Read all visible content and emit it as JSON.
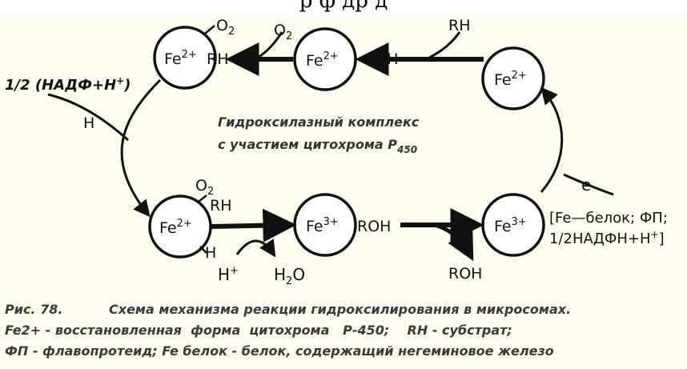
{
  "header_fragment": "р           ф                   др         д",
  "colors": {
    "panel": "#fefcee",
    "ink": "#111111",
    "caption": "#3a3a3a"
  },
  "nodes": {
    "top_left": "Fe",
    "top_left_charge": "2+",
    "top_mid": "Fe",
    "top_mid_charge": "2+",
    "right_top": "Fe",
    "right_top_charge": "2+",
    "bottom_left": "Fe",
    "bottom_left_charge": "2+",
    "bottom_mid": "Fe",
    "bottom_mid_charge": "3+",
    "bottom_right": "Fe",
    "bottom_right_charge": "3+"
  },
  "labels": {
    "o2_top_left": "O",
    "o2_top_left_sub": "2",
    "rh_top_left": "RH",
    "o2_top_arrow": "O",
    "o2_top_arrow_sub": "2",
    "rh_top_mid": "RH",
    "rh_top_right": "RH",
    "nadph_left": "1/2 (НАДФ+Н",
    "nadph_left_sup": "+",
    "nadph_left_end": ")",
    "h_left": "H",
    "o2_bottom": "O",
    "o2_bottom_sub": "2",
    "rh_bottom": "RH",
    "h_bottom": "H",
    "h_plus": "H",
    "h_plus_sup": "+",
    "water": "H",
    "water_sub": "2",
    "water_end": "O",
    "roh_mid": "ROH",
    "roh_bottom": "ROH",
    "electron": "e",
    "bracket_line1": "[Fe—белок; ФП;",
    "bracket_line2": "1/2НАДФН+Н",
    "bracket_line2_sup": "+",
    "bracket_line2_end": "]"
  },
  "center_text": {
    "line1": "Гидроксилазный комплекс",
    "line2": "с участием цитохрома Р",
    "line2_sub": "450"
  },
  "caption": {
    "line1_num": "Рис. 78.",
    "line1_text": "Схема механизма реакции гидроксилирования в микросомах.",
    "line2": "Fe2+ - восстановленная  форма  цитохрома   Р-450;    RH - субстрат;",
    "line3": "ФП - флавопротеид; Fe белок - белок, содержащий негеминовое железо"
  }
}
